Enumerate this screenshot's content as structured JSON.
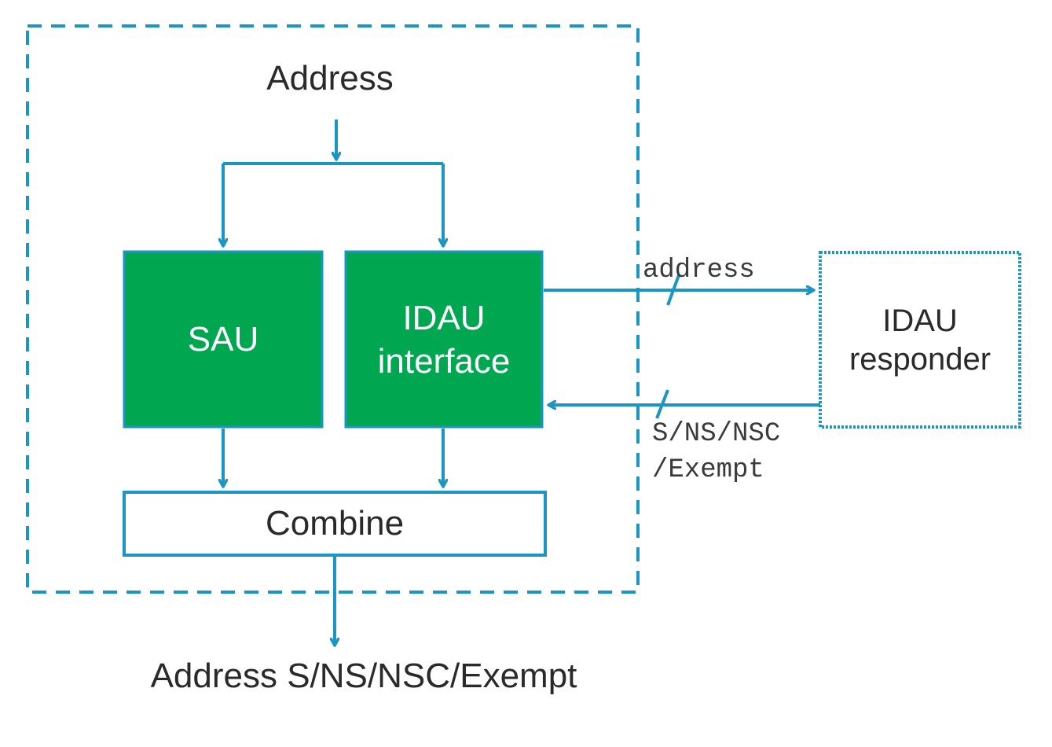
{
  "colors": {
    "line": "#1b95c4",
    "block_fill": "#00a650",
    "block_text": "#ffffff",
    "text": "#2a2a2a",
    "background": "#ffffff"
  },
  "labels": {
    "address_in": "Address",
    "sau": "SAU",
    "idau_interface_line1": "IDAU",
    "idau_interface_line2": "interface",
    "combine": "Combine",
    "address_out": "Address S/NS/NSC/Exempt",
    "idau_responder_line1": "IDAU",
    "idau_responder_line2": "responder",
    "signal_address": "address",
    "signal_attr_line1": "S/NS/NSC",
    "signal_attr_line2": "/Exempt"
  }
}
